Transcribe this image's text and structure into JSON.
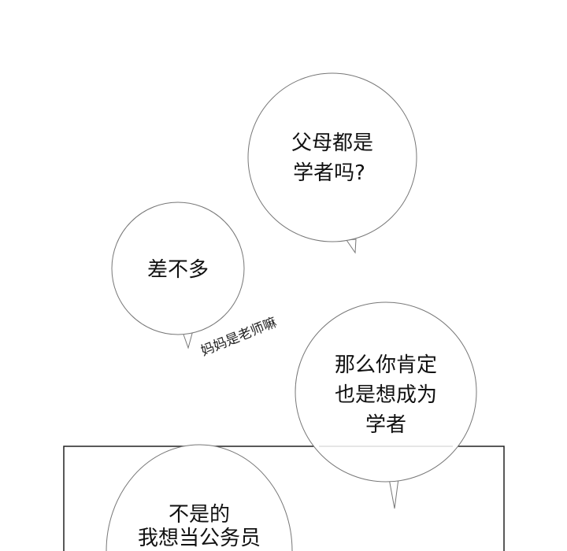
{
  "bubbles": [
    {
      "lines": [
        "父母都是",
        "学者吗?"
      ]
    },
    {
      "lines": [
        "差不多"
      ]
    },
    {
      "lines": [
        "那么你肯定",
        "也是想成为",
        "学者"
      ]
    },
    {
      "lines": [
        "不是的",
        "我想当公务员"
      ]
    }
  ],
  "side_text": "妈妈是老师嘛"
}
